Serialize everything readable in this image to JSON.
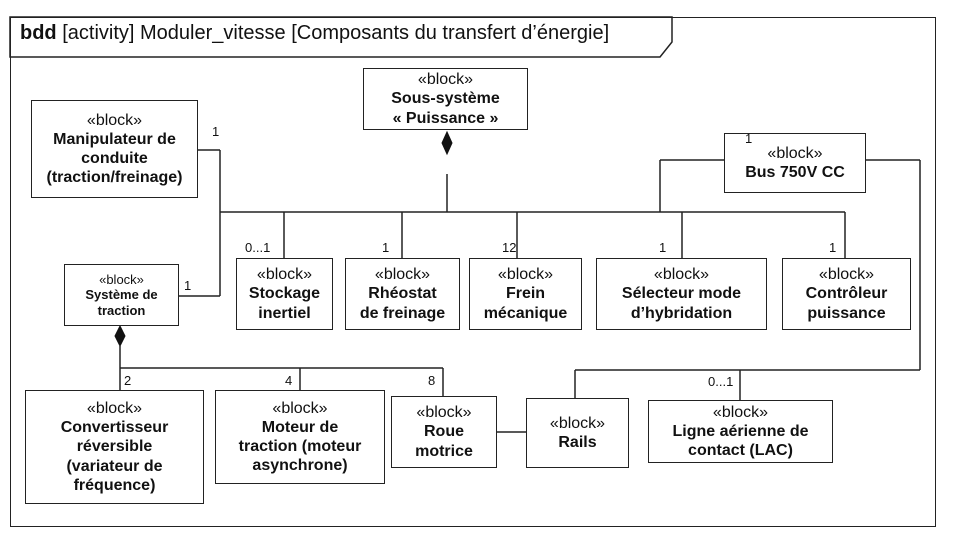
{
  "header": {
    "kind": "bdd",
    "title": "[activity] Moduler_vitesse [Composants du transfert d’énergie]"
  },
  "stereotype": "«block»",
  "blocks": {
    "puissance": [
      "Sous-système",
      "« Puissance »"
    ],
    "manipulateur": [
      "Manipulateur de",
      "conduite",
      "(traction/freinage)"
    ],
    "bus": [
      "Bus 750V CC"
    ],
    "traction": [
      "Système de",
      "traction"
    ],
    "stockage": [
      "Stockage",
      "inertiel"
    ],
    "rheostat": [
      "Rhéostat",
      "de freinage"
    ],
    "frein": [
      "Frein",
      "mécanique"
    ],
    "selecteur": [
      "Sélecteur mode",
      "d’hybridation"
    ],
    "controleur": [
      "Contrôleur",
      "puissance"
    ],
    "convertisseur": [
      "Convertisseur",
      "réversible",
      "(variateur de",
      "fréquence)"
    ],
    "moteur": [
      "Moteur de",
      "traction (moteur",
      "asynchrone)"
    ],
    "roue": [
      "Roue",
      "motrice"
    ],
    "rails": [
      "Rails"
    ],
    "lac": [
      "Ligne aérienne de",
      "contact (LAC)"
    ]
  },
  "multiplicities": {
    "manipulateur": "1",
    "traction": "1",
    "stockage": "0...1",
    "rheostat": "1",
    "frein": "12",
    "selecteur": "1",
    "controleur": "1",
    "bus": "1",
    "convertisseur": "2",
    "moteur": "4",
    "roue": "8",
    "lac": "0...1"
  }
}
